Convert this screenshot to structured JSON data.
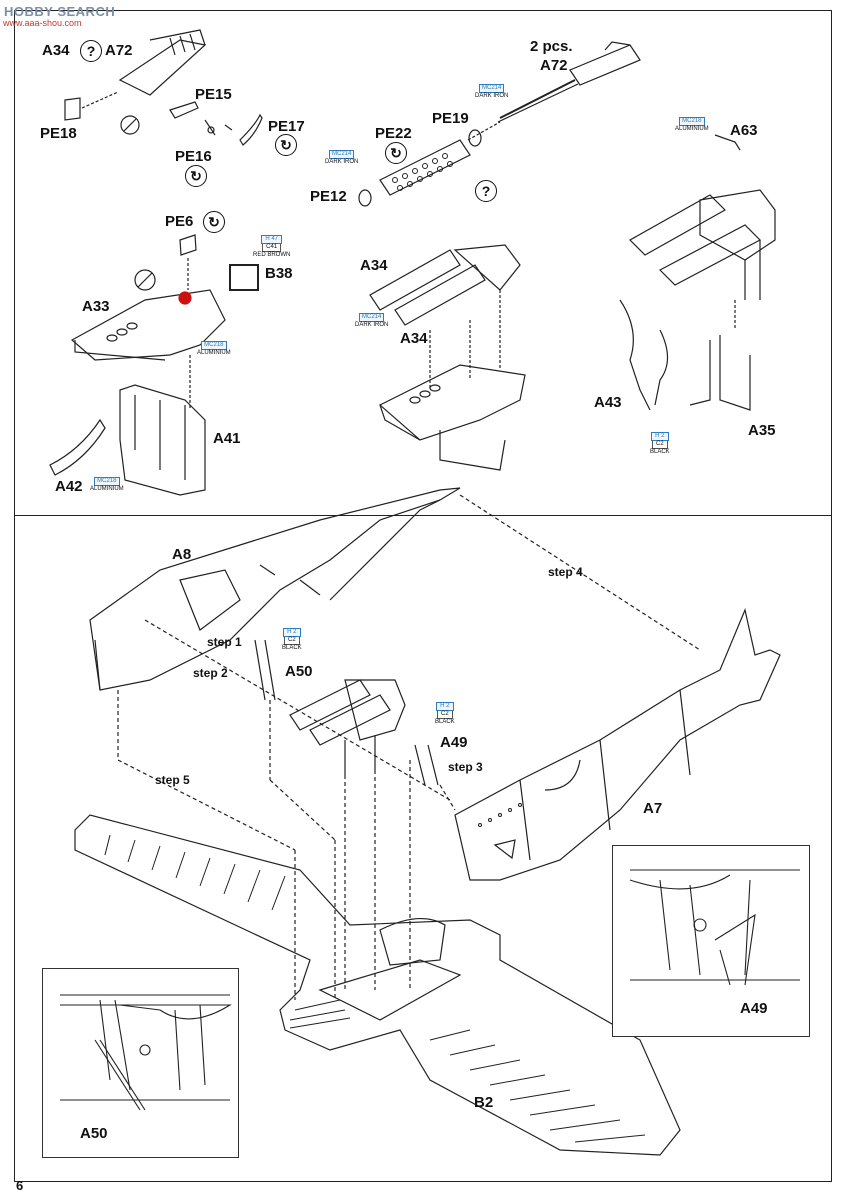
{
  "watermark": {
    "site": "HOBBY SEARCH",
    "sub": "www.aaa-shou.com"
  },
  "page_number": "6",
  "parts": {
    "a34_top": "A34",
    "a72_top": "A72",
    "pe18": "PE18",
    "pe15": "PE15",
    "pe16": "PE16",
    "pe17": "PE17",
    "pe22": "PE22",
    "pe19": "PE19",
    "pe12": "PE12",
    "two_pcs": "2 pcs.",
    "a72_right": "A72",
    "a63": "A63",
    "pe6": "PE6",
    "b38": "B38",
    "a33": "A33",
    "a41": "A41",
    "a42": "A42",
    "a34_mid_1": "A34",
    "a34_mid_2": "A34",
    "a43": "A43",
    "a35": "A35",
    "a8": "A8",
    "a50": "A50",
    "a49": "A49",
    "a7": "A7",
    "b2": "B2",
    "a50_inset": "A50",
    "a49_inset": "A49"
  },
  "steps": {
    "step1": "step 1",
    "step2": "step 2",
    "step3": "step 3",
    "step4": "step 4",
    "step5": "step 5"
  },
  "paints": {
    "mc214_a": {
      "code": "MC214",
      "name": "DARK IRON"
    },
    "mc214_b": {
      "code": "MC214",
      "name": "DARK IRON"
    },
    "mc214_c": {
      "code": "MC214",
      "name": "DARK IRON"
    },
    "mc218_a": {
      "code": "MC218",
      "name": "ALUMINIUM"
    },
    "mc218_b": {
      "code": "MC218",
      "name": "ALUMINIUM"
    },
    "mc218_c": {
      "code": "MC218",
      "name": "ALUMINIUM"
    },
    "h47": {
      "code": "H 47",
      "sub": "C41",
      "name": "RED BROWN"
    },
    "h2_a": {
      "code": "H 2",
      "sub": "C2",
      "name": "BLACK"
    },
    "h2_b": {
      "code": "H 2",
      "sub": "C2",
      "name": "BLACK"
    },
    "h2_c": {
      "code": "H 2",
      "sub": "C2",
      "name": "BLACK"
    }
  },
  "symbols": {
    "question": "?",
    "bend": "↻"
  },
  "colors": {
    "paint_box": "#2e7dc0",
    "highlight_red": "#cc1111"
  }
}
